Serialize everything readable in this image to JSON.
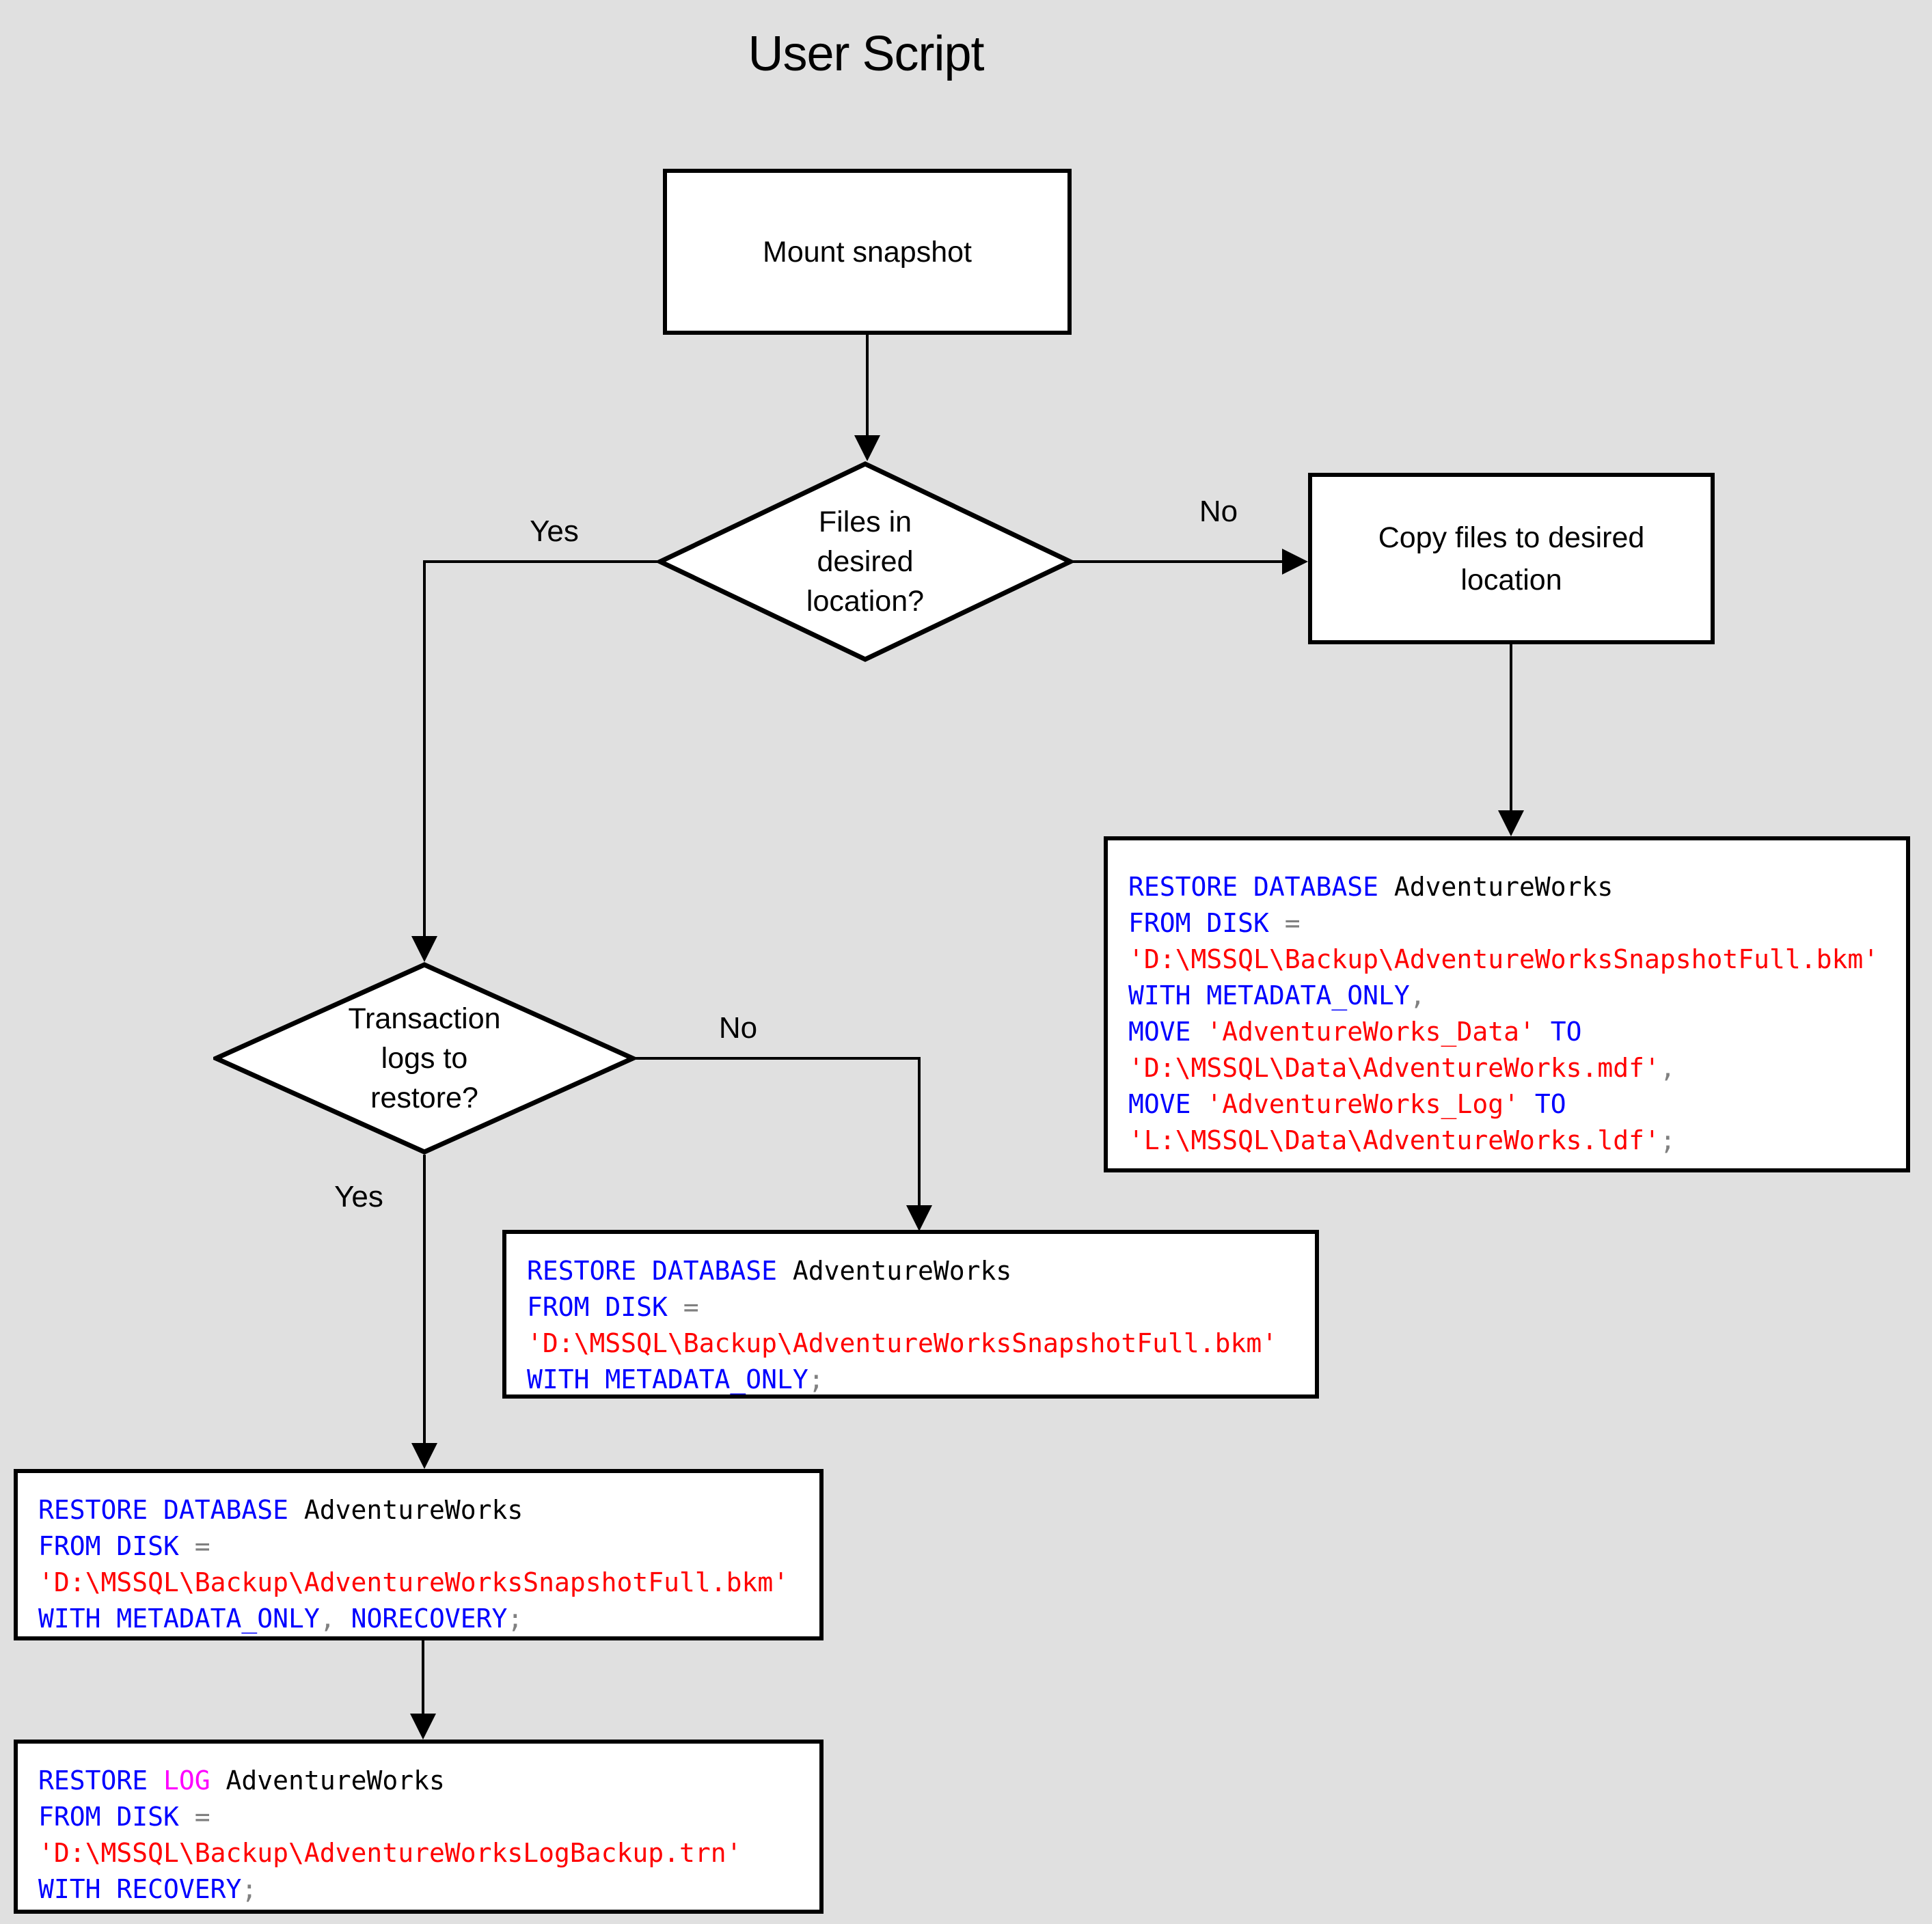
{
  "title": "User Script",
  "colors": {
    "keyword": "#0000FF",
    "string": "#FF0000",
    "operator": "#808080",
    "function_keyword": "#FF00FF",
    "identifier": "#000000",
    "background": "#E0E0E0",
    "shape_fill": "#FFFFFF",
    "shape_border": "#000000"
  },
  "nodes": {
    "mount": {
      "label": "Mount snapshot"
    },
    "files_decision": {
      "lines": [
        "Files in",
        "desired",
        "location?"
      ]
    },
    "copy_files": {
      "label": "Copy files to desired location"
    },
    "logs_decision": {
      "lines": [
        "Transaction",
        "logs to",
        "restore?"
      ]
    }
  },
  "edge_labels": {
    "files_yes": "Yes",
    "files_no": "No",
    "logs_yes": "Yes",
    "logs_no": "No"
  },
  "code_boxes": [
    {
      "id": "restore-full-with-move",
      "lines": [
        [
          [
            "RESTORE DATABASE",
            "keyword"
          ],
          [
            " AdventureWorks",
            "identifier"
          ]
        ],
        [
          [
            "FROM DISK",
            "keyword"
          ],
          [
            " =",
            "operator"
          ]
        ],
        [
          [
            "'D:\\MSSQL\\Backup\\AdventureWorksSnapshotFull.bkm'",
            "string"
          ]
        ],
        [
          [
            "WITH METADATA_ONLY",
            "keyword"
          ],
          [
            ",",
            "operator"
          ]
        ],
        [
          [
            "MOVE ",
            "keyword"
          ],
          [
            "'AdventureWorks_Data'",
            "string"
          ],
          [
            " TO",
            "keyword"
          ]
        ],
        [
          [
            "'D:\\MSSQL\\Data\\AdventureWorks.mdf'",
            "string"
          ],
          [
            ",",
            "operator"
          ]
        ],
        [
          [
            "MOVE ",
            "keyword"
          ],
          [
            "'AdventureWorks_Log'",
            "string"
          ],
          [
            " TO",
            "keyword"
          ]
        ],
        [
          [
            "'L:\\MSSQL\\Data\\AdventureWorks.ldf'",
            "string"
          ],
          [
            ";",
            "operator"
          ]
        ]
      ]
    },
    {
      "id": "restore-full-metadata-only",
      "lines": [
        [
          [
            "RESTORE DATABASE",
            "keyword"
          ],
          [
            " AdventureWorks",
            "identifier"
          ]
        ],
        [
          [
            "FROM DISK",
            "keyword"
          ],
          [
            " =",
            "operator"
          ]
        ],
        [
          [
            "'D:\\MSSQL\\Backup\\AdventureWorksSnapshotFull.bkm'",
            "string"
          ]
        ],
        [
          [
            "WITH METADATA_ONLY",
            "keyword"
          ],
          [
            ";",
            "operator"
          ]
        ]
      ]
    },
    {
      "id": "restore-full-norecovery",
      "lines": [
        [
          [
            "RESTORE DATABASE",
            "keyword"
          ],
          [
            " AdventureWorks",
            "identifier"
          ]
        ],
        [
          [
            "FROM DISK",
            "keyword"
          ],
          [
            " =",
            "operator"
          ]
        ],
        [
          [
            "'D:\\MSSQL\\Backup\\AdventureWorksSnapshotFull.bkm'",
            "string"
          ]
        ],
        [
          [
            "WITH METADATA_ONLY",
            "keyword"
          ],
          [
            ", ",
            "operator"
          ],
          [
            "NORECOVERY",
            "keyword"
          ],
          [
            ";",
            "operator"
          ]
        ]
      ]
    },
    {
      "id": "restore-log-recovery",
      "lines": [
        [
          [
            "RESTORE ",
            "keyword"
          ],
          [
            "LOG",
            "function_keyword"
          ],
          [
            " AdventureWorks",
            "identifier"
          ]
        ],
        [
          [
            "FROM DISK",
            "keyword"
          ],
          [
            " =",
            "operator"
          ]
        ],
        [
          [
            "'D:\\MSSQL\\Backup\\AdventureWorksLogBackup.trn'",
            "string"
          ]
        ],
        [
          [
            "WITH RECOVERY",
            "keyword"
          ],
          [
            ";",
            "operator"
          ]
        ]
      ]
    }
  ]
}
